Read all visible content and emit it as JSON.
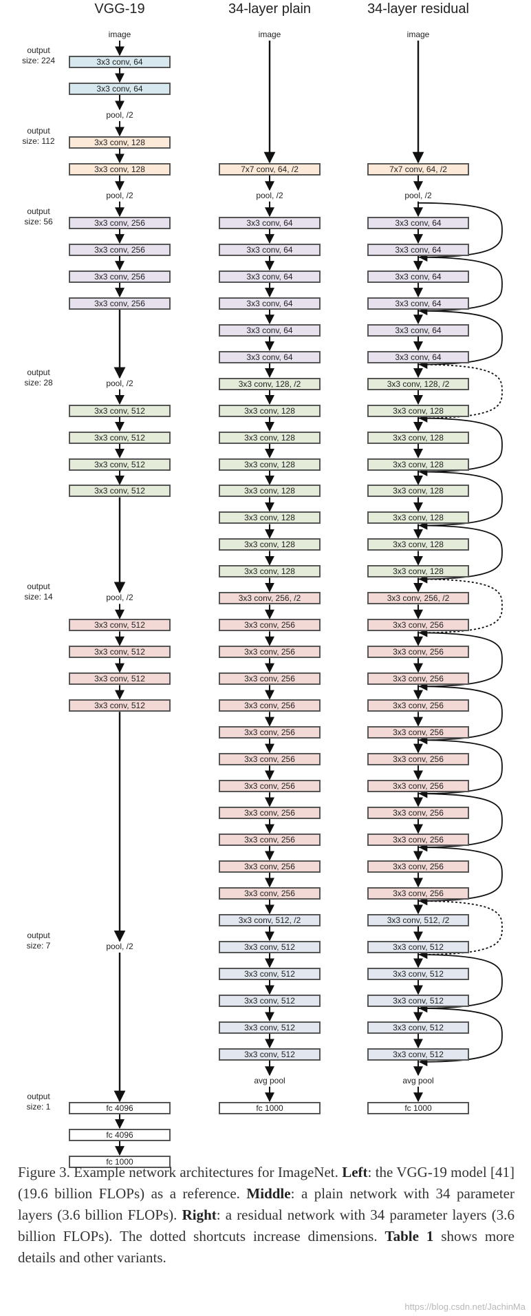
{
  "titles": {
    "vgg": "VGG-19",
    "plain": "34-layer plain",
    "residual": "34-layer residual"
  },
  "colors": {
    "blue": "#d7e8ee",
    "peach": "#fde9d7",
    "lavender": "#e6e1ed",
    "green": "#e4ecd9",
    "pink": "#f3d9d6",
    "steel": "#e1e6ef",
    "white": "#ffffff"
  },
  "output_labels": [
    {
      "line1": "output",
      "line2": "size: 224"
    },
    {
      "line1": "output",
      "line2": "size: 112"
    },
    {
      "line1": "output",
      "line2": "size: 56"
    },
    {
      "line1": "output",
      "line2": "size: 28"
    },
    {
      "line1": "output",
      "line2": "size: 14"
    },
    {
      "line1": "output",
      "line2": "size: 7"
    },
    {
      "line1": "output",
      "line2": "size: 1"
    }
  ],
  "vgg": [
    {
      "kind": "label",
      "text": "image"
    },
    {
      "kind": "box",
      "text": "3x3 conv, 64",
      "color": "blue"
    },
    {
      "kind": "box",
      "text": "3x3 conv, 64",
      "color": "blue"
    },
    {
      "kind": "label",
      "text": "pool, /2"
    },
    {
      "kind": "box",
      "text": "3x3 conv, 128",
      "color": "peach"
    },
    {
      "kind": "box",
      "text": "3x3 conv, 128",
      "color": "peach"
    },
    {
      "kind": "label",
      "text": "pool, /2"
    },
    {
      "kind": "box",
      "text": "3x3 conv, 256",
      "color": "lavender"
    },
    {
      "kind": "box",
      "text": "3x3 conv, 256",
      "color": "lavender"
    },
    {
      "kind": "box",
      "text": "3x3 conv, 256",
      "color": "lavender"
    },
    {
      "kind": "box",
      "text": "3x3 conv, 256",
      "color": "lavender"
    },
    {
      "kind": "label",
      "text": "pool, /2"
    },
    {
      "kind": "box",
      "text": "3x3 conv, 512",
      "color": "green"
    },
    {
      "kind": "box",
      "text": "3x3 conv, 512",
      "color": "green"
    },
    {
      "kind": "box",
      "text": "3x3 conv, 512",
      "color": "green"
    },
    {
      "kind": "box",
      "text": "3x3 conv, 512",
      "color": "green"
    },
    {
      "kind": "label",
      "text": "pool, /2"
    },
    {
      "kind": "box",
      "text": "3x3 conv, 512",
      "color": "pink"
    },
    {
      "kind": "box",
      "text": "3x3 conv, 512",
      "color": "pink"
    },
    {
      "kind": "box",
      "text": "3x3 conv, 512",
      "color": "pink"
    },
    {
      "kind": "box",
      "text": "3x3 conv, 512",
      "color": "pink"
    },
    {
      "kind": "label",
      "text": "pool, /2"
    },
    {
      "kind": "box",
      "text": "fc 4096",
      "color": "white"
    },
    {
      "kind": "box",
      "text": "fc 4096",
      "color": "white"
    },
    {
      "kind": "box",
      "text": "fc 1000",
      "color": "white"
    }
  ],
  "plain": [
    {
      "kind": "label",
      "text": "image"
    },
    {
      "kind": "box",
      "text": "7x7 conv, 64, /2",
      "color": "peach"
    },
    {
      "kind": "label",
      "text": "pool, /2"
    },
    {
      "kind": "box",
      "text": "3x3 conv, 64",
      "color": "lavender"
    },
    {
      "kind": "box",
      "text": "3x3 conv, 64",
      "color": "lavender"
    },
    {
      "kind": "box",
      "text": "3x3 conv, 64",
      "color": "lavender"
    },
    {
      "kind": "box",
      "text": "3x3 conv, 64",
      "color": "lavender"
    },
    {
      "kind": "box",
      "text": "3x3 conv, 64",
      "color": "lavender"
    },
    {
      "kind": "box",
      "text": "3x3 conv, 64",
      "color": "lavender"
    },
    {
      "kind": "box",
      "text": "3x3 conv, 128, /2",
      "color": "green"
    },
    {
      "kind": "box",
      "text": "3x3 conv, 128",
      "color": "green"
    },
    {
      "kind": "box",
      "text": "3x3 conv, 128",
      "color": "green"
    },
    {
      "kind": "box",
      "text": "3x3 conv, 128",
      "color": "green"
    },
    {
      "kind": "box",
      "text": "3x3 conv, 128",
      "color": "green"
    },
    {
      "kind": "box",
      "text": "3x3 conv, 128",
      "color": "green"
    },
    {
      "kind": "box",
      "text": "3x3 conv, 128",
      "color": "green"
    },
    {
      "kind": "box",
      "text": "3x3 conv, 128",
      "color": "green"
    },
    {
      "kind": "box",
      "text": "3x3 conv, 256, /2",
      "color": "pink"
    },
    {
      "kind": "box",
      "text": "3x3 conv, 256",
      "color": "pink"
    },
    {
      "kind": "box",
      "text": "3x3 conv, 256",
      "color": "pink"
    },
    {
      "kind": "box",
      "text": "3x3 conv, 256",
      "color": "pink"
    },
    {
      "kind": "box",
      "text": "3x3 conv, 256",
      "color": "pink"
    },
    {
      "kind": "box",
      "text": "3x3 conv, 256",
      "color": "pink"
    },
    {
      "kind": "box",
      "text": "3x3 conv, 256",
      "color": "pink"
    },
    {
      "kind": "box",
      "text": "3x3 conv, 256",
      "color": "pink"
    },
    {
      "kind": "box",
      "text": "3x3 conv, 256",
      "color": "pink"
    },
    {
      "kind": "box",
      "text": "3x3 conv, 256",
      "color": "pink"
    },
    {
      "kind": "box",
      "text": "3x3 conv, 256",
      "color": "pink"
    },
    {
      "kind": "box",
      "text": "3x3 conv, 256",
      "color": "pink"
    },
    {
      "kind": "box",
      "text": "3x3 conv, 512, /2",
      "color": "steel"
    },
    {
      "kind": "box",
      "text": "3x3 conv, 512",
      "color": "steel"
    },
    {
      "kind": "box",
      "text": "3x3 conv, 512",
      "color": "steel"
    },
    {
      "kind": "box",
      "text": "3x3 conv, 512",
      "color": "steel"
    },
    {
      "kind": "box",
      "text": "3x3 conv, 512",
      "color": "steel"
    },
    {
      "kind": "box",
      "text": "3x3 conv, 512",
      "color": "steel"
    },
    {
      "kind": "label",
      "text": "avg pool"
    },
    {
      "kind": "box",
      "text": "fc 1000",
      "color": "white"
    }
  ],
  "residual": [
    {
      "kind": "label",
      "text": "image"
    },
    {
      "kind": "box",
      "text": "7x7 conv, 64, /2",
      "color": "peach"
    },
    {
      "kind": "label",
      "text": "pool, /2"
    },
    {
      "kind": "box",
      "text": "3x3 conv, 64",
      "color": "lavender"
    },
    {
      "kind": "box",
      "text": "3x3 conv, 64",
      "color": "lavender"
    },
    {
      "kind": "box",
      "text": "3x3 conv, 64",
      "color": "lavender"
    },
    {
      "kind": "box",
      "text": "3x3 conv, 64",
      "color": "lavender"
    },
    {
      "kind": "box",
      "text": "3x3 conv, 64",
      "color": "lavender"
    },
    {
      "kind": "box",
      "text": "3x3 conv, 64",
      "color": "lavender"
    },
    {
      "kind": "box",
      "text": "3x3 conv, 128, /2",
      "color": "green"
    },
    {
      "kind": "box",
      "text": "3x3 conv, 128",
      "color": "green"
    },
    {
      "kind": "box",
      "text": "3x3 conv, 128",
      "color": "green"
    },
    {
      "kind": "box",
      "text": "3x3 conv, 128",
      "color": "green"
    },
    {
      "kind": "box",
      "text": "3x3 conv, 128",
      "color": "green"
    },
    {
      "kind": "box",
      "text": "3x3 conv, 128",
      "color": "green"
    },
    {
      "kind": "box",
      "text": "3x3 conv, 128",
      "color": "green"
    },
    {
      "kind": "box",
      "text": "3x3 conv, 128",
      "color": "green"
    },
    {
      "kind": "box",
      "text": "3x3 conv, 256, /2",
      "color": "pink"
    },
    {
      "kind": "box",
      "text": "3x3 conv, 256",
      "color": "pink"
    },
    {
      "kind": "box",
      "text": "3x3 conv, 256",
      "color": "pink"
    },
    {
      "kind": "box",
      "text": "3x3 conv, 256",
      "color": "pink"
    },
    {
      "kind": "box",
      "text": "3x3 conv, 256",
      "color": "pink"
    },
    {
      "kind": "box",
      "text": "3x3 conv, 256",
      "color": "pink"
    },
    {
      "kind": "box",
      "text": "3x3 conv, 256",
      "color": "pink"
    },
    {
      "kind": "box",
      "text": "3x3 conv, 256",
      "color": "pink"
    },
    {
      "kind": "box",
      "text": "3x3 conv, 256",
      "color": "pink"
    },
    {
      "kind": "box",
      "text": "3x3 conv, 256",
      "color": "pink"
    },
    {
      "kind": "box",
      "text": "3x3 conv, 256",
      "color": "pink"
    },
    {
      "kind": "box",
      "text": "3x3 conv, 256",
      "color": "pink"
    },
    {
      "kind": "box",
      "text": "3x3 conv, 512, /2",
      "color": "steel"
    },
    {
      "kind": "box",
      "text": "3x3 conv, 512",
      "color": "steel"
    },
    {
      "kind": "box",
      "text": "3x3 conv, 512",
      "color": "steel"
    },
    {
      "kind": "box",
      "text": "3x3 conv, 512",
      "color": "steel"
    },
    {
      "kind": "box",
      "text": "3x3 conv, 512",
      "color": "steel"
    },
    {
      "kind": "box",
      "text": "3x3 conv, 512",
      "color": "steel"
    },
    {
      "kind": "label",
      "text": "avg pool"
    },
    {
      "kind": "box",
      "text": "fc 1000",
      "color": "white"
    }
  ],
  "caption": {
    "p1": "Figure 3. Example network architectures for ImageNet. ",
    "b1": "Left",
    "p2": ": the VGG-19 model [41] (19.6 billion FLOPs) as a reference. ",
    "b2": "Middle",
    "p3": ": a plain network with 34 parameter layers (3.6 billion FLOPs). ",
    "b3": "Right",
    "p4": ": a residual network with 34 parameter layers (3.6 billion FLOPs). The dotted shortcuts increase dimensions. ",
    "b4": "Table 1",
    "p5": " shows more details and other variants."
  },
  "watermark": "https://blog.csdn.net/JachinMa"
}
